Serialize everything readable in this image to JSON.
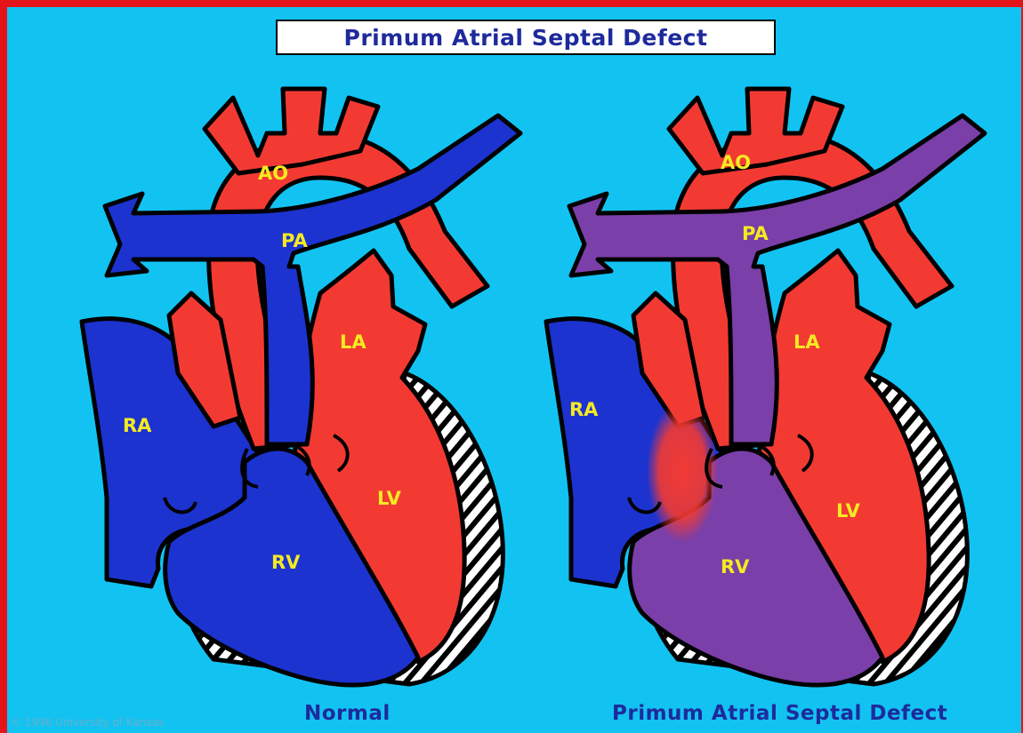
{
  "title": "Primum Atrial Septal Defect",
  "normal_heart": {
    "caption": "Normal",
    "labels": {
      "ao": "AO",
      "pa": "PA",
      "la": "LA",
      "ra": "RA",
      "lv": "LV",
      "rv": "RV"
    }
  },
  "defect_heart": {
    "caption": "Primum Atrial Septal Defect",
    "labels": {
      "ao": "AO",
      "pa": "PA",
      "la": "LA",
      "ra": "RA",
      "lv": "LV",
      "rv": "RV"
    }
  },
  "copyright": "© 1996 University of Kansas",
  "colors": {
    "background": "#12c3f2",
    "border": "#e4141b",
    "oxygenated": "#f23a33",
    "deoxygenated": "#1c33d0",
    "mixed": "#7a3fa8",
    "label": "#f4ea22",
    "caption": "#1e2a9c"
  }
}
